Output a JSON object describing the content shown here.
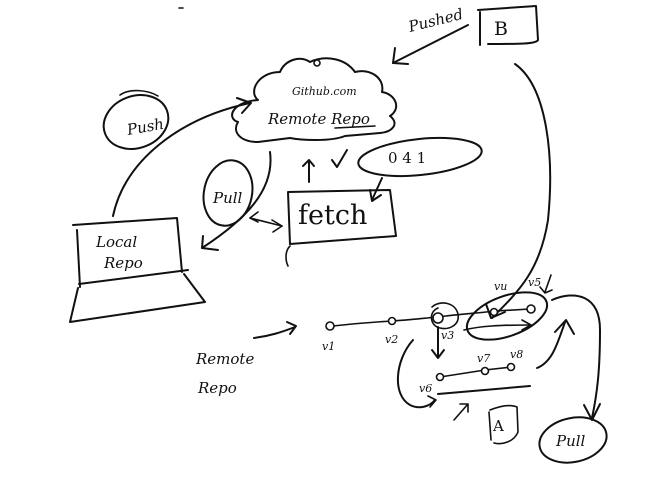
{
  "diagram": {
    "title": "Git remote / local repo sketch",
    "ink_color": "#111111",
    "background": "#ffffff",
    "remote": {
      "host_label": "Github.com",
      "label": "Remote Repo"
    },
    "local": {
      "line1": "Local",
      "line2": "Repo"
    },
    "labels": {
      "push": "Push",
      "pull_top": "Pull",
      "fetch": "fetch",
      "fetch_flags": "0 4 1",
      "pushed": "Pushed",
      "user_b": "B",
      "user_a": "A",
      "remote_repo_line1": "Remote",
      "remote_repo_line2": "Repo",
      "pull_bottom": "Pull"
    },
    "commits": [
      {
        "id": "v1"
      },
      {
        "id": "v2"
      },
      {
        "id": "v3"
      },
      {
        "id": "v4",
        "label": "vu"
      },
      {
        "id": "v5"
      },
      {
        "id": "v6"
      },
      {
        "id": "v7"
      },
      {
        "id": "v8"
      }
    ],
    "commit_labels": [
      "v1",
      "v2",
      "v3",
      "vu",
      "v5",
      "v6",
      "v7",
      "v8"
    ]
  }
}
